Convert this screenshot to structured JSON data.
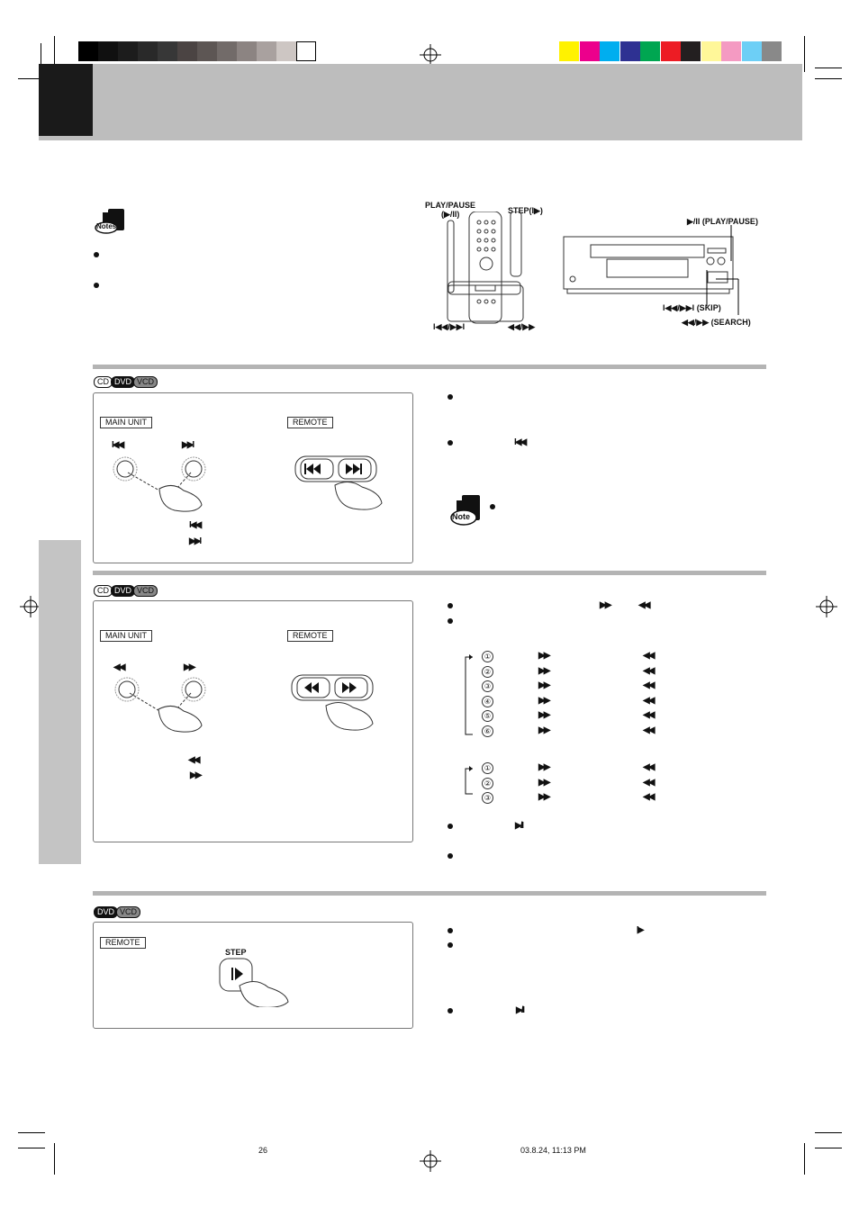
{
  "color_bar_left": [
    "#000000",
    "#101010",
    "#1c1c1c",
    "#292929",
    "#373737",
    "#4b4443",
    "#5d5654",
    "#726b69",
    "#8c8482",
    "#a9a19f",
    "#cdc6c3",
    "#ffffff"
  ],
  "color_bar_right": [
    "#fff200",
    "#ec008c",
    "#00aeef",
    "#2e3192",
    "#00a651",
    "#ed1c24",
    "#231f20",
    "#fff799",
    "#f49ac2",
    "#6dcff6",
    "#898989"
  ],
  "diagram": {
    "remote_play_pause": "PLAY/PAUSE",
    "remote_play_pause_sym": "(▶/II)",
    "remote_step": "STEP(I▶)",
    "remote_skip": "I◀◀/▶▶I",
    "remote_search": "◀◀/▶▶",
    "unit_play_pause": "▶/II (PLAY/PAUSE)",
    "unit_skip": "I◀◀/▶▶I (SKIP)",
    "unit_search": "◀◀/▶▶ (SEARCH)"
  },
  "sections": {
    "skip": {
      "discs": [
        "CD",
        "DVD",
        "VCD"
      ],
      "main_unit_label": "MAIN UNIT",
      "remote_label": "REMOTE",
      "prev_sym": "I◀◀",
      "next_sym": "▶▶I",
      "legend_prev": "I◀◀",
      "legend_next": "▶▶I",
      "bullet2_sym": "I◀◀",
      "note_icon_text": "Note"
    },
    "search": {
      "discs": [
        "CD",
        "DVD",
        "VCD"
      ],
      "main_unit_label": "MAIN UNIT",
      "remote_label": "REMOTE",
      "rew_sym": "◀◀",
      "ff_sym": "▶▶",
      "legend_rew": "◀◀",
      "legend_ff": "▶▶",
      "bullet1_ff": "▶▶",
      "bullet1_rew": "◀◀",
      "speeds_a": [
        "①",
        "②",
        "③",
        "④",
        "⑤",
        "⑥"
      ],
      "speeds_b": [
        "①",
        "②",
        "③"
      ],
      "ff_col": "▶▶",
      "rew_col": "◀◀",
      "bullet3_sym": "▶/II"
    },
    "step": {
      "discs": [
        "DVD",
        "VCD"
      ],
      "remote_label": "REMOTE",
      "step_label": "STEP",
      "bullet1_sym": "I▶",
      "bullet3_sym": "▶/II"
    }
  },
  "notes_icon_text": "Notes",
  "footer": {
    "page": "26",
    "timestamp": "03.8.24, 11:13 PM"
  }
}
